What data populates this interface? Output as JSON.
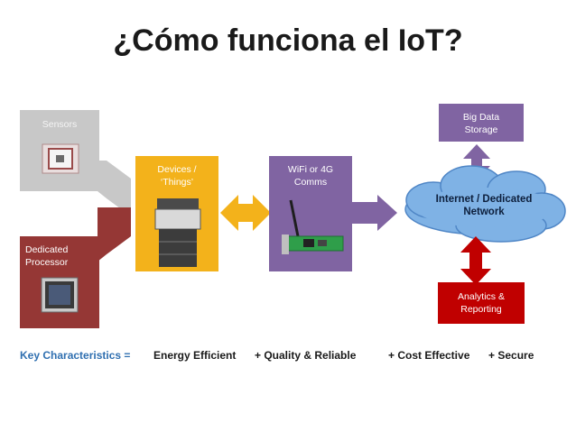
{
  "title": "¿Cómo funciona el IoT?",
  "nodes": {
    "sensors": "Sensors",
    "processor": "Dedicated Processor",
    "devices": "Devices / ‘Things’",
    "comms": "WiFi or 4G Comms",
    "internet": "Internet / Dedicated Network",
    "bigdata": "Big Data Storage",
    "analytics": "Analytics & Reporting"
  },
  "characteristics": {
    "label": "Key Characteristics =",
    "items": [
      "Energy Efficient",
      "+ Quality & Reliable",
      "+ Cost Effective",
      "+ Secure"
    ]
  },
  "colors": {
    "sensors": "#c8c8c8",
    "processor": "#953735",
    "devices": "#f3b21b",
    "comms": "#8064a2",
    "bigdata": "#8064a2",
    "analytics": "#c00000",
    "cloud": "#7fb2e5",
    "key_text": "#2f6fb0"
  }
}
